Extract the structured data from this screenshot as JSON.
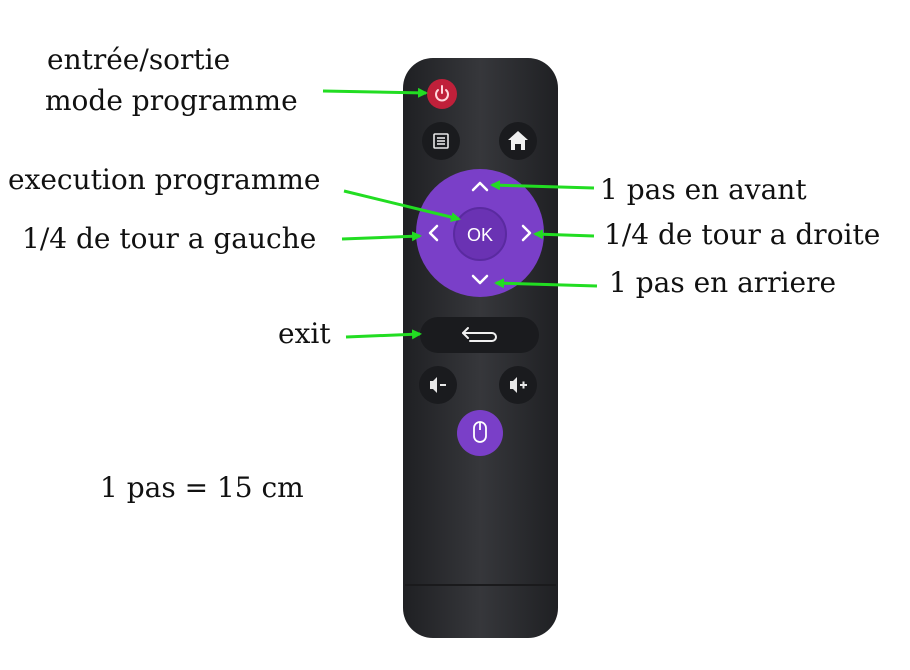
{
  "labels": {
    "power_line1": "entrée/sortie",
    "power_line2": "mode programme",
    "ok": "execution programme",
    "up": "1 pas en avant",
    "right": "1/4 de tour a droite",
    "left": "1/4 de tour a gauche",
    "down": "1 pas en arriere",
    "exit": "exit",
    "scale": "1 pas = 15 cm"
  },
  "remote": {
    "ok_text": "OK"
  },
  "colors": {
    "arrow": "#22dd22",
    "body": "#2e2f33",
    "dpad": "#7a3fc8",
    "power": "#c0203a",
    "button": "#1a1b1e"
  },
  "icons": [
    "power-icon",
    "menu-icon",
    "home-icon",
    "back-icon",
    "volume-down-icon",
    "volume-up-icon",
    "mouse-icon"
  ]
}
